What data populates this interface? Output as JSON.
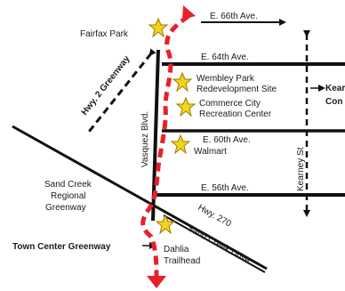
{
  "streets": {
    "e66": "E. 66th Ave.",
    "e64": "E. 64th Ave.",
    "e60": "E. 60th Ave.",
    "e56": "E. 56th Ave.",
    "vasquez": "Vasquez Blvd.",
    "kearney": "Kearney St",
    "hwy270": "Hwy. 270",
    "hwy2": "Hwy. 2 Greenway",
    "sand_creek_drive": "Sand Creek Drive"
  },
  "places": {
    "fairfax_park": "Fairfax Park",
    "wembley_line1": "Wembley Park",
    "wembley_line2": "Redevelopment Site",
    "commerce_line1": "Commerce City",
    "commerce_line2": "Recreation Center",
    "walmart": "Walmart",
    "sand_creek_line1": "Sand Creek",
    "sand_creek_line2": "Regional",
    "sand_creek_line3": "Greenway",
    "town_center_greenway": "Town Center Greenway",
    "dahlia_line1": "Dahlia",
    "dahlia_line2": "Trailhead"
  },
  "callouts": {
    "kearney_partial": "Kear",
    "commerce_partial": "Con"
  },
  "colors": {
    "road": "#111111",
    "route": "#e8202a",
    "star_fill": "#f7d21c",
    "star_stroke": "#9a7c00"
  },
  "icons": [
    "star-marker-icon",
    "arrow-icon",
    "route-arrow-icon"
  ]
}
